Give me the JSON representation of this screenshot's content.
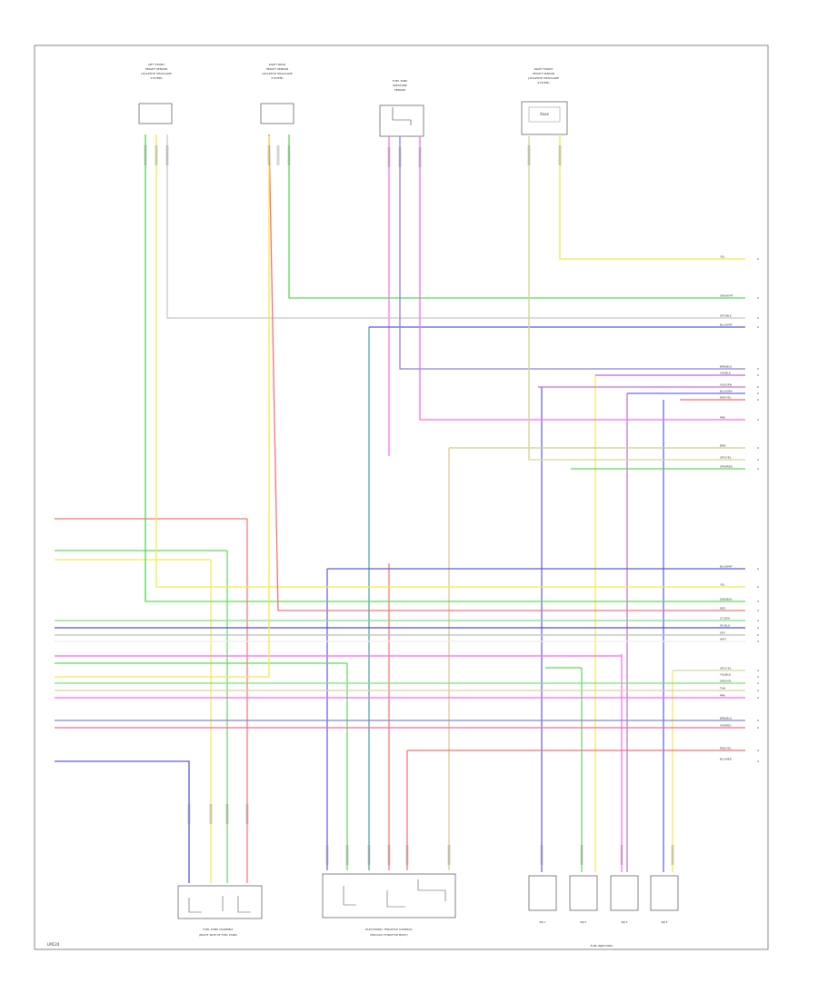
{
  "page": {
    "footer_code": "LM124",
    "background": "#ffffff",
    "frame_color": "#8a8a8a"
  },
  "components": [
    {
      "name": "left-front-sensor",
      "label_lines": [
        "LEFT FRONT",
        "HEIGHT SENSOR",
        "(ADAPTIVE HEADLAMP",
        "SYSTEM)"
      ]
    },
    {
      "name": "right-rear-sensor",
      "label_lines": [
        "RIGHT REAR",
        "HEIGHT SENSOR",
        "(ADAPTIVE HEADLAMP",
        "SYSTEM)"
      ]
    },
    {
      "name": "fuel-tank-pressure-sensor",
      "label_lines": [
        "FUEL TANK",
        "PRESSURE",
        "SENSOR"
      ]
    },
    {
      "name": "right-front-sensor",
      "label_lines": [
        "RIGHT FRONT",
        "HEIGHT SENSOR",
        "(ADAPTIVE HEADLAMP",
        "SYSTEM)"
      ],
      "box_text": "Xxxx"
    },
    {
      "name": "fuel-pump",
      "label_lines": [
        "FUEL PUMP ASSEMBLY",
        "(RIGHT SIDE OF FUEL TANK)"
      ]
    },
    {
      "name": "throttle-module",
      "label_lines": [
        "ELECTRONIC THROTTLE CONTROL",
        "MODULE (THROTTLE BODY)"
      ]
    },
    {
      "name": "injectors",
      "label_lines": [
        "FUEL INJECTORS"
      ],
      "items": [
        "INJ 1",
        "INJ 2",
        "INJ 3",
        "INJ 4"
      ]
    }
  ],
  "wires": [
    {
      "name": "wire-1",
      "label": "YEL",
      "color": "#f2ea4c"
    },
    {
      "name": "wire-2",
      "label": "GRN/WHT",
      "color": "#5ed95e"
    },
    {
      "name": "wire-3",
      "label": "GRY/BLK",
      "color": "#c8c8c8"
    },
    {
      "name": "wire-4",
      "label": "BLU/WHT",
      "color": "#5a5aee"
    },
    {
      "name": "wire-5",
      "label": "BRN/BLU",
      "color": "#8484e0"
    },
    {
      "name": "wire-6",
      "label": "VIO/BLK",
      "color": "#c46ad6"
    },
    {
      "name": "wire-7",
      "label": "VIO/GRN",
      "color": "#d070c8"
    },
    {
      "name": "wire-8",
      "label": "BLU/GRN",
      "color": "#6a6ae8"
    },
    {
      "name": "wire-9",
      "label": "RED/YEL",
      "color": "#ff6a6a"
    },
    {
      "name": "wire-10",
      "label": "PNK",
      "color": "#ff6af0"
    },
    {
      "name": "wire-11",
      "label": "BRN",
      "color": "#d8c890"
    },
    {
      "name": "wire-12",
      "label": "GRY/YEL",
      "color": "#d8d8a0"
    },
    {
      "name": "wire-13",
      "label": "GRN/RED",
      "color": "#5ed95e"
    },
    {
      "name": "wire-14",
      "label": "BLU/WHT",
      "color": "#5a5aee"
    },
    {
      "name": "wire-15",
      "label": "YEL",
      "color": "#f2ea4c"
    },
    {
      "name": "wire-16",
      "label": "GRN/BLK",
      "color": "#5ed95e"
    },
    {
      "name": "wire-17",
      "label": "RED",
      "color": "#ff7070"
    },
    {
      "name": "wire-18",
      "label": "LT GRN",
      "color": "#7be07b"
    },
    {
      "name": "wire-19",
      "label": "DK BLU",
      "color": "#4e4ee8"
    },
    {
      "name": "wire-20",
      "label": "GRY",
      "color": "#bdbdbd"
    },
    {
      "name": "wire-21",
      "label": "WHT",
      "color": "#eeeeee"
    },
    {
      "name": "wire-22",
      "label": "GRY/YEL",
      "color": "#d8d8a0"
    },
    {
      "name": "wire-23",
      "label": "YEL/BLK",
      "color": "#f2ea4c"
    },
    {
      "name": "wire-24",
      "label": "GRN/YEL",
      "color": "#7be07b"
    },
    {
      "name": "wire-25",
      "label": "TAN",
      "color": "#e2d0a0"
    },
    {
      "name": "wire-26",
      "label": "PNK",
      "color": "#ff6af0"
    },
    {
      "name": "wire-27",
      "label": "BRN/BLU",
      "color": "#8484e0"
    },
    {
      "name": "wire-28",
      "label": "VIO/RED",
      "color": "#ff6a9a"
    },
    {
      "name": "wire-29",
      "label": "RED/YEL",
      "color": "#ff6a6a"
    },
    {
      "name": "wire-30",
      "label": "BLU/RED",
      "color": "#5a5aee"
    }
  ]
}
